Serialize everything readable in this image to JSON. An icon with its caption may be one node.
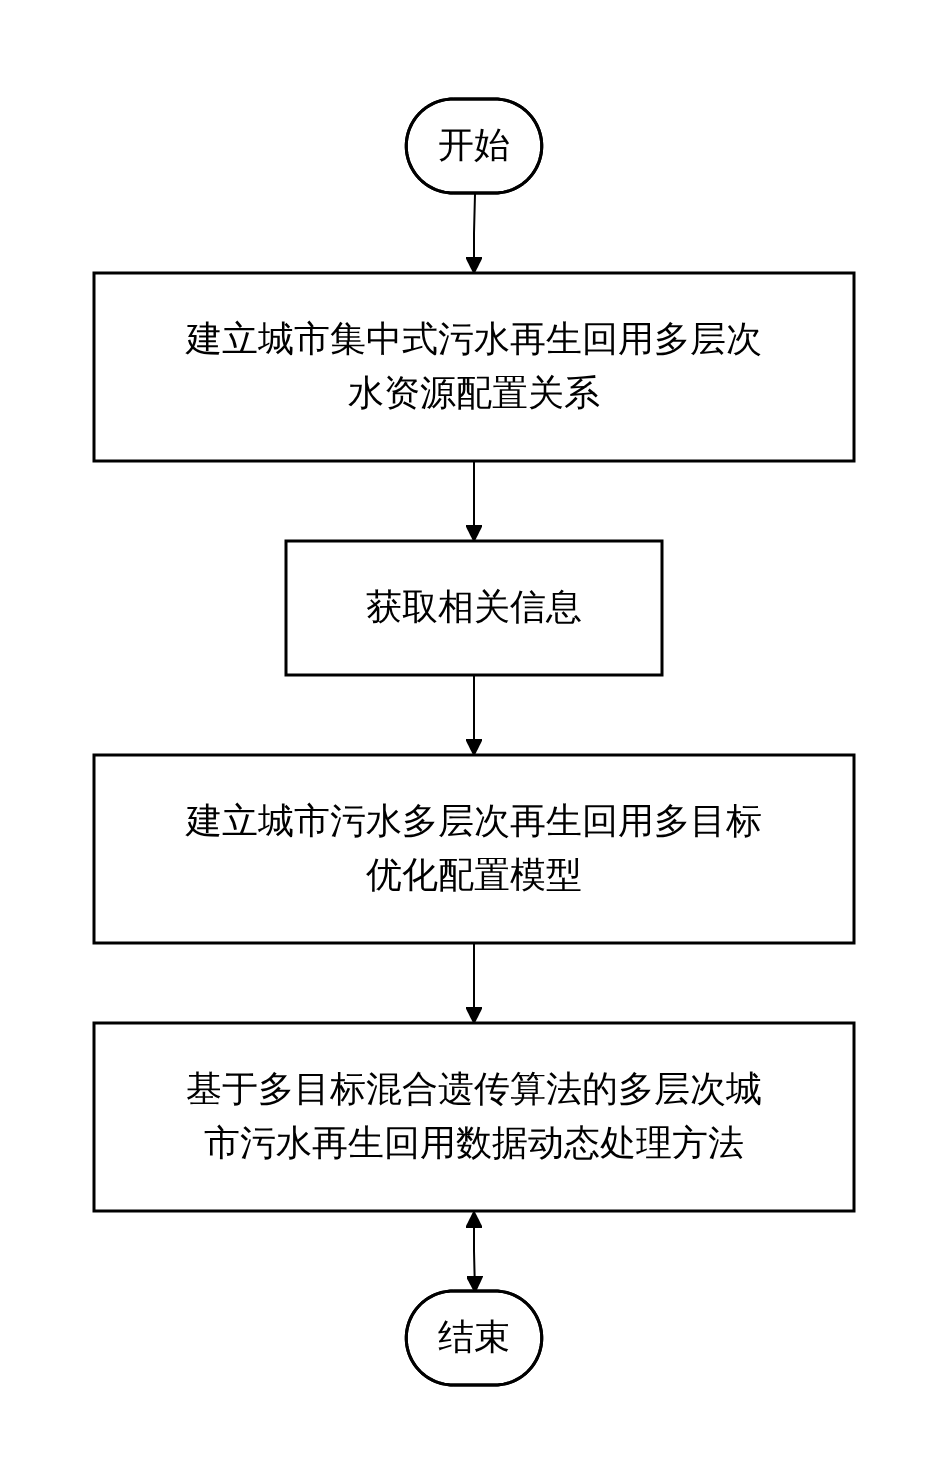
{
  "diagram": {
    "nodes": [
      {
        "text": [
          "开始"
        ]
      },
      {
        "text": [
          "建立城市集中式污水再生回用多层次水资源配置关系"
        ]
      },
      {
        "text": [
          "获取相关信息"
        ]
      },
      {
        "text": [
          "建立城市污水多层次再生回用多目标优化配置模型"
        ]
      },
      {
        "text": [
          "基于多目标混合遗传算法的多层次城市污水再生回用数据动态处理方法"
        ]
      },
      {
        "text": [
          "结束"
        ]
      }
    ],
    "edges": [
      {
        "from": 0,
        "to": 1,
        "arrow": "to"
      },
      {
        "from": 1,
        "to": 2,
        "arrow": "to"
      },
      {
        "from": 2,
        "to": 3,
        "arrow": "to"
      },
      {
        "from": 3,
        "to": 4,
        "arrow": "to"
      },
      {
        "from": 4,
        "to": 5,
        "arrow": "both"
      }
    ]
  }
}
